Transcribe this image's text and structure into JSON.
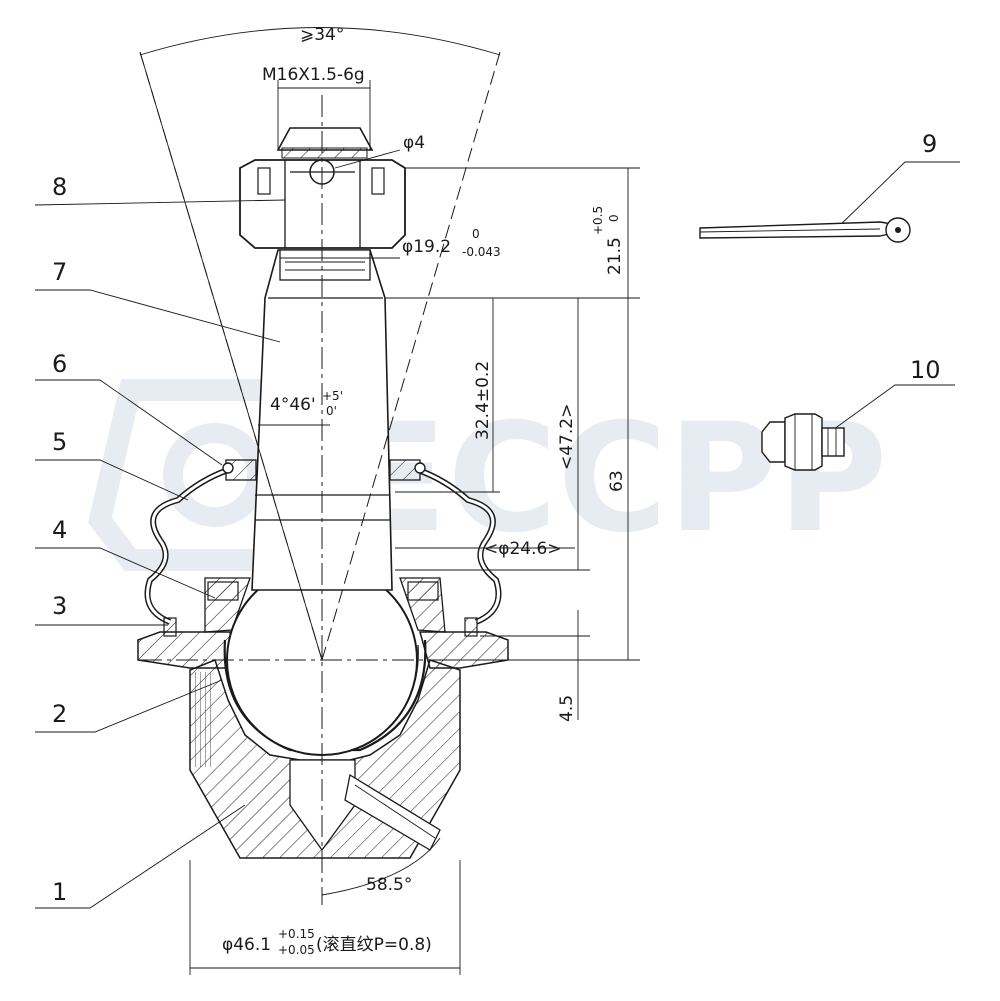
{
  "watermark": "ECCPP",
  "callouts": {
    "c1": "1",
    "c2": "2",
    "c3": "3",
    "c4": "4",
    "c5": "5",
    "c6": "6",
    "c7": "7",
    "c8": "8",
    "c9": "9",
    "c10": "10"
  },
  "dimensions": {
    "cone_angle": "⩾34°",
    "thread": "M16X1.5-6g",
    "pin_hole": "φ4",
    "dia_nut": "φ19.2",
    "dia_nut_tol_upper": "0",
    "dia_nut_tol_lower": "-0.043",
    "len_top": "21.5",
    "len_top_tol_upper": "+0.5",
    "len_top_tol_lower": "0",
    "taper": "4°46'",
    "taper_tol_upper": "+5'",
    "taper_tol_lower": "0'",
    "len_taper": "32.4±0.2",
    "len_ref": "<47.2>",
    "len_total": "63",
    "dia_ref": "<φ24.6>",
    "offset": "4.5",
    "angle_bottom": "58.5°",
    "dia_base": "φ46.1",
    "dia_base_tol_upper": "+0.15",
    "dia_base_tol_lower": "+0.05",
    "dia_base_note": "(滚直纹P=0.8)"
  }
}
